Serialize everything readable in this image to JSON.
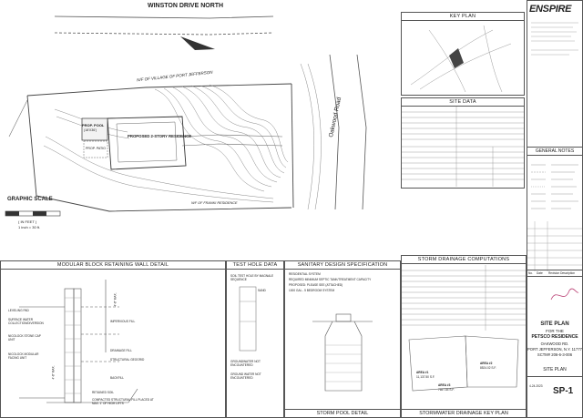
{
  "site": {
    "road_north": "WINSTON DRIVE NORTH",
    "property_note": "N/F OF VILLAGE OF PORT JEFFERSON",
    "road_east": "Oakwood Road",
    "pool_label": "PROP. POOL",
    "pool_size": "(18'X36')",
    "residence_label": "PROPOSED 2-STORY RESIDENCE",
    "patio_label": "PROP. PATIO",
    "franki_note": "N/F OF FRANKI RESIDENCE",
    "graphic_scale": "GRAPHIC SCALE",
    "scale_units": "( IN FEET )",
    "scale_ratio": "1 inch = 30 ft."
  },
  "title_block": {
    "firm": "ENSPIRE",
    "key_plan": "KEY PLAN",
    "site_data": "SITE DATA",
    "general_notes": "GENERAL NOTES",
    "rev_headers": [
      "No.",
      "Date",
      "Revision Description"
    ],
    "sheet_title_1": "SITE PLAN",
    "sheet_title_2": "FOR THE",
    "sheet_title_3": "PETSCO RESIDENCE",
    "address_1": "OAKWOOD RD.",
    "address_2": "PORT JEFFERSON, N.Y. 11777",
    "address_3": "SCTM# 206-6-3-006",
    "footer_title": "SITE PLAN",
    "sheet_no": "SP-1",
    "date_value": "4-24-2023"
  },
  "details": {
    "retaining_wall": "MODULAR BLOCK RETAINING WALL DETAIL",
    "test_hole": "TEST HOLE DATA",
    "sanitary": "SANITARY DESIGN SPECIFICATION",
    "storm_computations": "STORM DRAINAGE COMPUTATIONS",
    "storm_pool": "STORM POOL DETAIL",
    "storm_key": "STORMWATER DRAINAGE KEY PLAN",
    "wall_labels": [
      "LEVELING PAD",
      "SURFACE WATER COLLECTION/DIVERSION",
      "NICOLOCK STONE CAP UNIT",
      "NICOLOCK MODULAR FACING UNIT",
      "IMPERVIOUS FILL",
      "DRAINAGE FILL",
      "STRUCTURAL GEOGRID",
      "BACKFILL",
      "RETAINED SOIL",
      "COMPACTED STRUCTURAL FILL PLACED AT MAX. 1' OF HIGH LIFTS"
    ],
    "wall_heights": [
      "4'-8\" MAX.",
      "4'-8\" MAX."
    ],
    "test_hole_lines": [
      "SOIL TEST HOLE BY MAGNALE SEQUENCE",
      "SAND",
      "GROUNDWATER NOT ENCOUNTERED",
      "GROUND WATER NOT ENCOUNTERED"
    ],
    "sanitary_lines": [
      "RESIDENTIAL SYSTEM",
      "REQUIRED MINIMUM SEPTIC TANK/TREATMENT CAPACITY",
      "PROPOSED: PLEASE SEE (ATTACHED)",
      "1000 GAL - 5 BEDROOM SYSTEM"
    ],
    "storm_areas": [
      "AREA #1",
      "11,137.50 S.F.",
      "AREA #2",
      "8524.02 S.F.",
      "AREA #3",
      "7657.84 S.F."
    ]
  },
  "colors": {
    "line": "#555555",
    "contour": "#888888",
    "hatch": "#9a9a9a"
  }
}
